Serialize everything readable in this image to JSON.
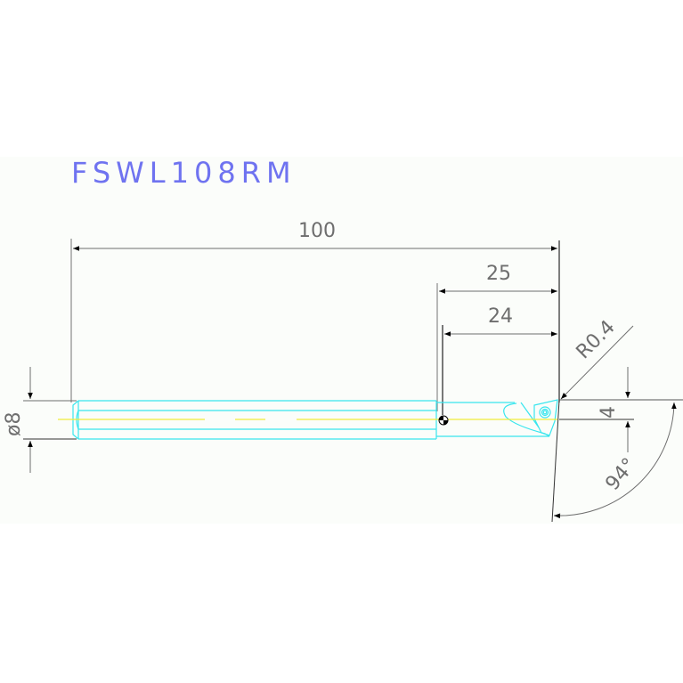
{
  "drawing": {
    "title": "FSWL108RM",
    "background": "#fbfdfa",
    "colors": {
      "title": "#6f73f0",
      "dimension": "#6e6e6e",
      "tool_outline": "#38e6ee",
      "centerline": "#f0ec3a",
      "leader": "#222222"
    },
    "dimensions": {
      "overall_length": "100",
      "head_length": "25",
      "head_length_inner": "24",
      "shank_diameter": "ø8",
      "corner_radius": "R0.4",
      "tip_offset": "4",
      "approach_angle": "94°"
    }
  }
}
